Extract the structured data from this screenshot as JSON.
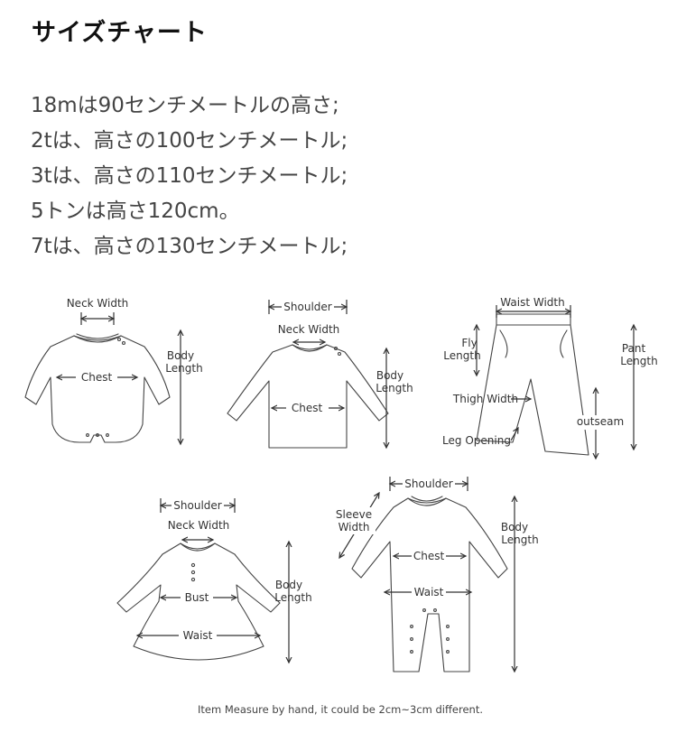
{
  "heading": "サイズチャート",
  "size_lines": [
    "18mは90センチメートルの高さ;",
    "2tは、高さの100センチメートル;",
    "3tは、高さの110センチメートル;",
    "5トンは高さ120cm。",
    "7tは、高さの130センチメートル;"
  ],
  "diagrams": {
    "bodysuit": {
      "neck_width": "Neck Width",
      "chest": "Chest",
      "body_length_1": "Body",
      "body_length_2": "Length"
    },
    "tshirt": {
      "shoulder": "Shoulder",
      "neck_width": "Neck Width",
      "chest": "Chest",
      "body_length_1": "Body",
      "body_length_2": "Length"
    },
    "pants": {
      "waist_width": "Waist Width",
      "fly_length_1": "Fly",
      "fly_length_2": "Length",
      "thigh_width": "Thigh Width",
      "leg_opening": "Leg Opening",
      "outseam": "outseam",
      "pant_length_1": "Pant",
      "pant_length_2": "Length"
    },
    "dress": {
      "shoulder": "Shoulder",
      "neck_width": "Neck Width",
      "bust": "Bust",
      "waist": "Waist",
      "body_length_1": "Body",
      "body_length_2": "Length"
    },
    "romper": {
      "shoulder": "Shoulder",
      "sleeve_width_1": "Sleeve",
      "sleeve_width_2": "Width",
      "chest": "Chest",
      "waist": "Waist",
      "body_length_1": "Body",
      "body_length_2": "Length"
    }
  },
  "footnote": "Item Measure by hand, it could be 2cm~3cm different."
}
